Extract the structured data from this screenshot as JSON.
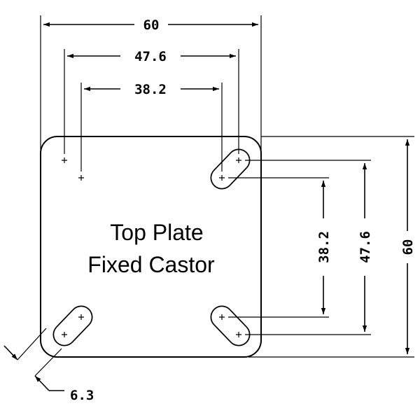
{
  "title_line1": "Top Plate",
  "title_line2": "Fixed Castor",
  "dimensions": {
    "outer_width": "60",
    "hole_span_outer_h": "47.6",
    "hole_span_inner_h": "38.2",
    "outer_height": "60",
    "hole_span_outer_v": "47.6",
    "hole_span_inner_v": "38.2",
    "slot_width": "6.3"
  },
  "colors": {
    "line": "#000000",
    "background": "#ffffff"
  }
}
